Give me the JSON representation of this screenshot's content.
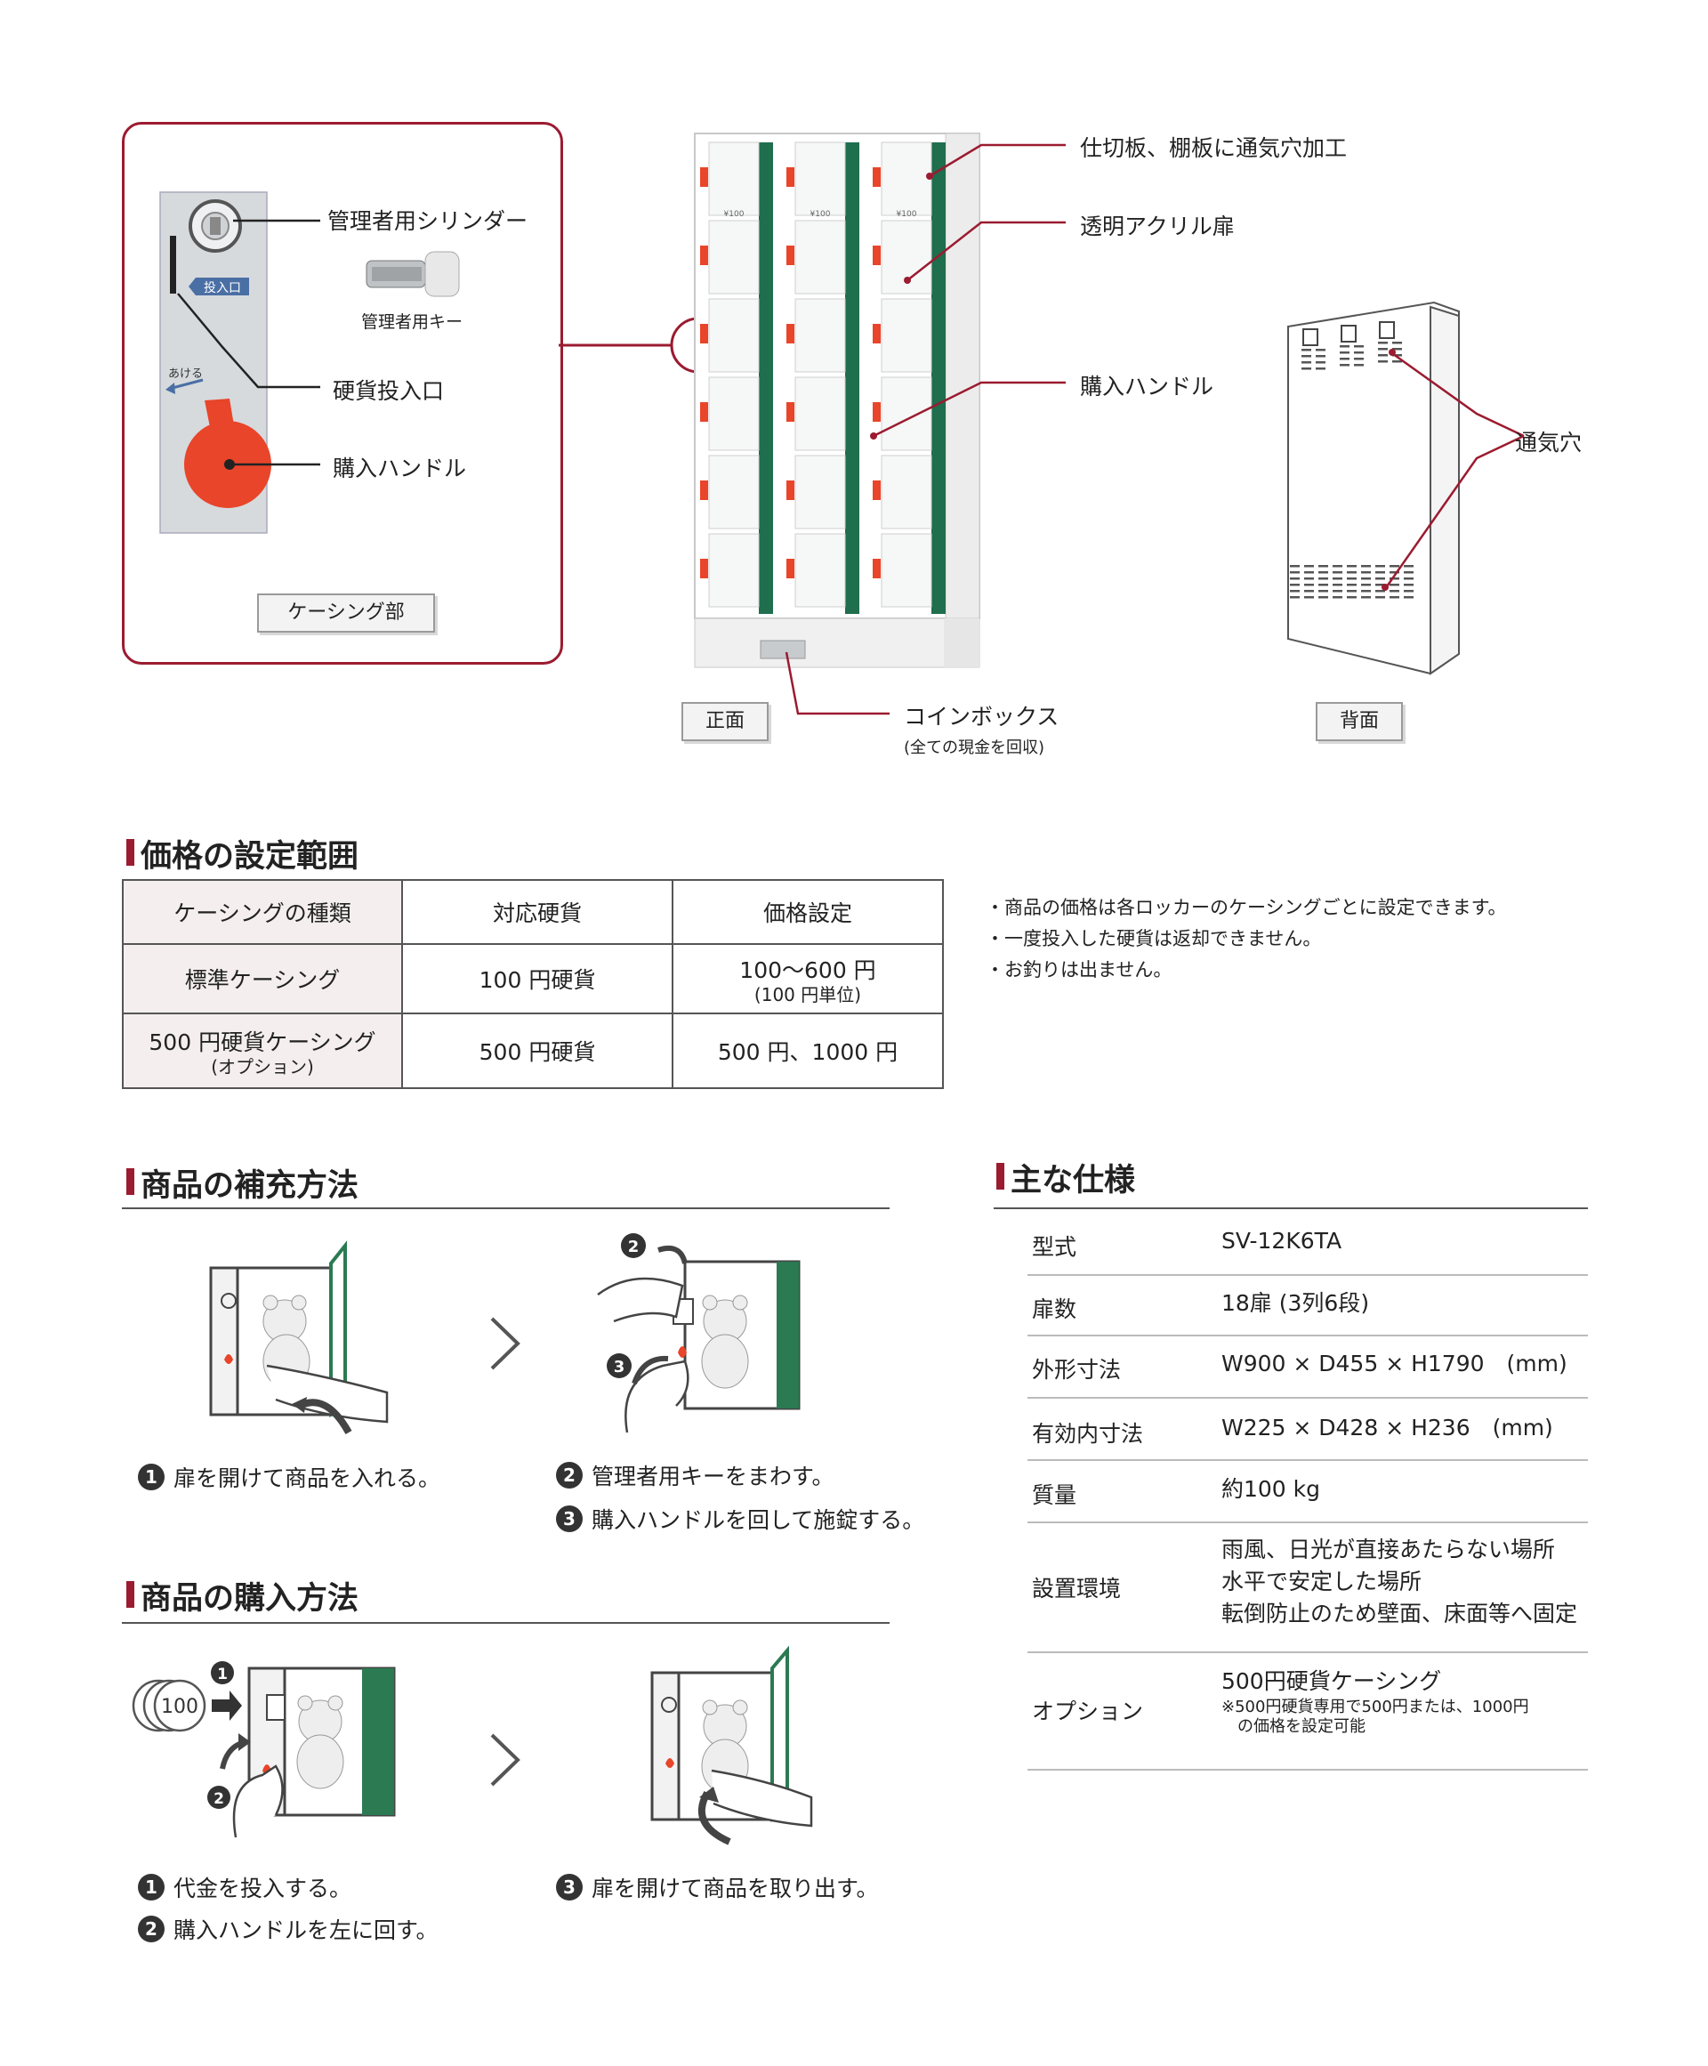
{
  "diagram": {
    "casing_callouts": {
      "cylinder": "管理者用シリンダー",
      "key": "管理者用キー",
      "coin_slot": "硬貨投入口",
      "handle": "購入ハンドル",
      "panel_slot_text": "投入口",
      "panel_arrow_text": "あける",
      "tag": "ケーシング部"
    },
    "front_callouts": {
      "partition": "仕切板、棚板に通気穴加工",
      "door": "透明アクリル扉",
      "handle": "購入ハンドル",
      "coinbox": "コインボックス",
      "coinbox_note": "(全ての現金を回収)",
      "tag": "正面",
      "price_tag": "¥100"
    },
    "back_callouts": {
      "vent": "通気穴",
      "tag": "背面"
    }
  },
  "price_section": {
    "title": "価格の設定範囲",
    "headers": [
      "ケーシングの種類",
      "対応硬貨",
      "価格設定"
    ],
    "rows": [
      {
        "type": "標準ケーシング",
        "type_sub": "",
        "coin": "100 円硬貨",
        "price": "100〜600 円",
        "price_sub": "(100 円単位)"
      },
      {
        "type": "500 円硬貨ケーシング",
        "type_sub": "(オプション)",
        "coin": "500 円硬貨",
        "price": "500 円、1000 円",
        "price_sub": ""
      }
    ],
    "notes": [
      "・商品の価格は各ロッカーのケーシングごとに設定できます。",
      "・一度投入した硬貨は返却できません。",
      "・お釣りは出ません。"
    ]
  },
  "refill_section": {
    "title": "商品の補充方法",
    "steps": [
      {
        "num": "1",
        "text": "扉を開けて商品を入れる。"
      },
      {
        "num": "2",
        "text": "管理者用キーをまわす。"
      },
      {
        "num": "3",
        "text": "購入ハンドルを回して施錠する。"
      }
    ]
  },
  "purchase_section": {
    "title": "商品の購入方法",
    "coin_label": "100",
    "steps": [
      {
        "num": "1",
        "text": "代金を投入する。"
      },
      {
        "num": "2",
        "text": "購入ハンドルを左に回す。"
      },
      {
        "num": "3",
        "text": "扉を開けて商品を取り出す。"
      }
    ]
  },
  "spec_section": {
    "title": "主な仕様",
    "rows": [
      {
        "key": "型式",
        "value": "SV-12K6TA"
      },
      {
        "key": "扉数",
        "value": "18扉 (3列6段)"
      },
      {
        "key": "外形寸法",
        "value": "W900 × D455 × H1790　(mm)"
      },
      {
        "key": "有効内寸法",
        "value": "W225 × D428 × H236　(mm)"
      },
      {
        "key": "質量",
        "value": "約100 kg"
      },
      {
        "key": "設置環境",
        "lines": [
          "雨風、日光が直接あたらない場所",
          "水平で安定した場所",
          "転倒防止のため壁面、床面等へ固定"
        ]
      },
      {
        "key": "オプション",
        "value": "500円硬貨ケーシング",
        "fine": [
          "※500円硬貨専用で500円または、1000円",
          "　の価格を設定可能"
        ]
      }
    ]
  },
  "colors": {
    "accent": "#9b1b30",
    "locker_green": "#1f6e4e",
    "handle_red": "#e8452a",
    "casing_gray": "#d6dadd"
  }
}
